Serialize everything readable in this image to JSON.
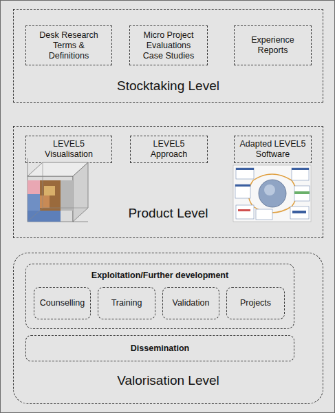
{
  "diagram": {
    "nodes": [
      {
        "text": [
          "Stocktaking Level"
        ]
      },
      {
        "text": [
          "Desk Research Terms & Definitions"
        ],
        "in": 0
      },
      {
        "text": [
          "Micro Project Evaluations Case Studies"
        ],
        "in": 0
      },
      {
        "text": [
          "Experience Reports"
        ],
        "in": 0
      },
      {
        "text": [
          "Product Level"
        ]
      },
      {
        "text": [
          "LEVEL5 Visualisation"
        ],
        "in": 4
      },
      {
        "text": [
          "LEVEL5 Approach"
        ],
        "in": 4
      },
      {
        "text": [
          "Adapted LEVEL5 Software"
        ],
        "in": 4
      },
      {
        "text": [
          "Valorisation Level"
        ]
      },
      {
        "text": [
          "Exploitation/Further development"
        ],
        "in": 8
      },
      {
        "text": [
          "Counselling"
        ],
        "in": 9
      },
      {
        "text": [
          "Training"
        ],
        "in": 9
      },
      {
        "text": [
          "Validation"
        ],
        "in": 9
      },
      {
        "text": [
          "Projects"
        ],
        "in": 9
      },
      {
        "text": [
          "Dissemination"
        ],
        "in": 8
      }
    ]
  }
}
